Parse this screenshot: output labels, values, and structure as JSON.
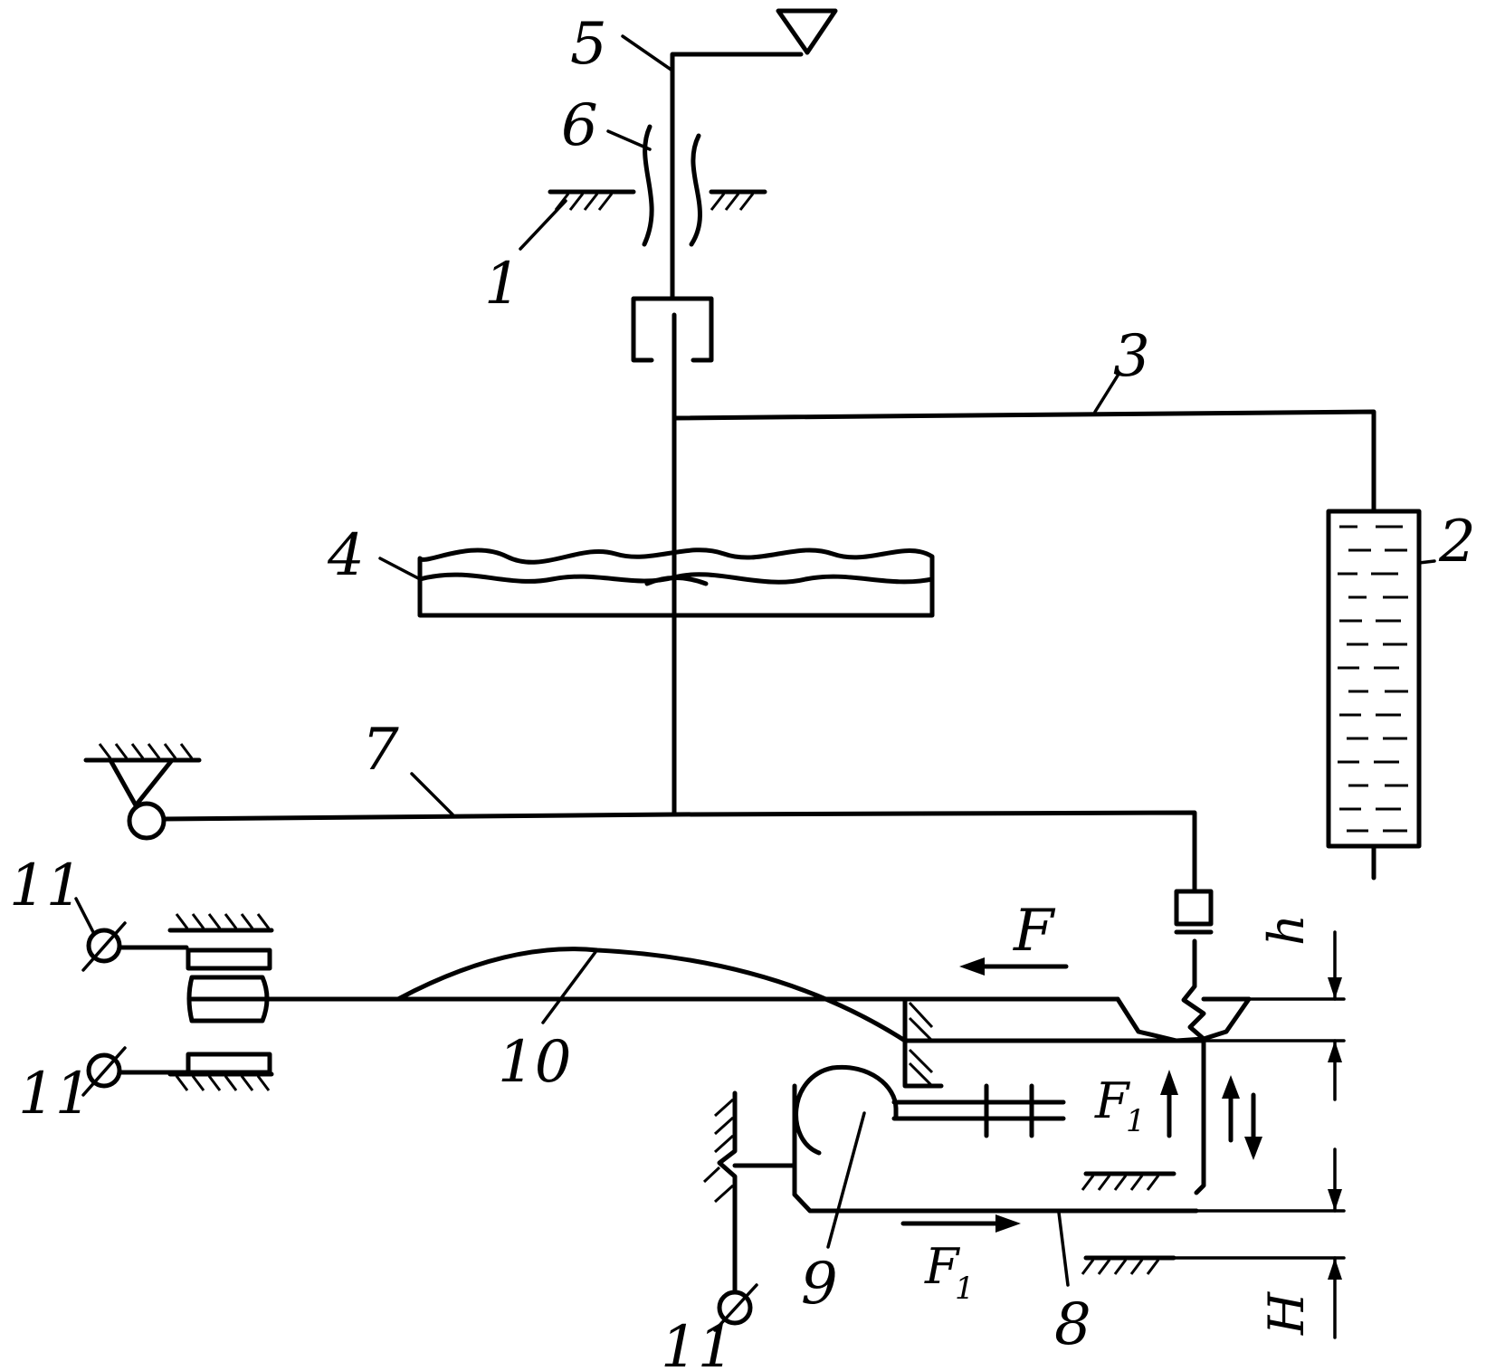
{
  "labels": {
    "l1": "1",
    "l2": "2",
    "l3": "3",
    "l4": "4",
    "l5": "5",
    "l6": "6",
    "l7": "7",
    "l8": "8",
    "l9": "9",
    "l10": "10",
    "l11_top": "11",
    "l11_mid": "11",
    "l11_bottom": "11"
  },
  "forces": {
    "F": "F",
    "F1_vertical": "F",
    "F1_vertical_sub": "1",
    "F1_horizontal": "F",
    "F1_horizontal_sub": "1"
  },
  "dimensions": {
    "h": "h",
    "H": "H"
  }
}
